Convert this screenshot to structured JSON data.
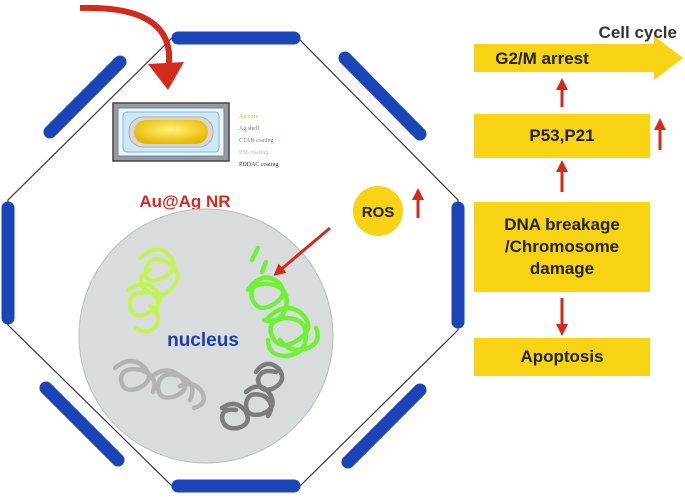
{
  "cell_labels": {
    "particle": "Au@Ag NR",
    "nucleus": "nucleus",
    "ros": "ROS"
  },
  "nanorod_legend": {
    "au_core": "Au core",
    "ag_shell": "Ag shell",
    "ctab": "CTAB coating",
    "pss": "PSS coating",
    "pddac": "PDDAC coating"
  },
  "pathway": {
    "title": "Cell cycle",
    "arrest": "G2/M arrest",
    "p53": "P53,P21",
    "dna_line1": "DNA breakage",
    "dna_line2": "/Chromosome",
    "dna_line3": "damage",
    "apoptosis": "Apoptosis"
  },
  "colors": {
    "yellow": "#f7d313",
    "red": "#d42a1c",
    "blue": "#1f3fa8",
    "membrane_segment": "#1a44b8",
    "nucleus_fill": "#d8dcdc",
    "green_light": "#c3f551",
    "green_bright": "#6ef233",
    "grey_light": "#b3b3b3",
    "grey_dark": "#7d7d7d"
  }
}
